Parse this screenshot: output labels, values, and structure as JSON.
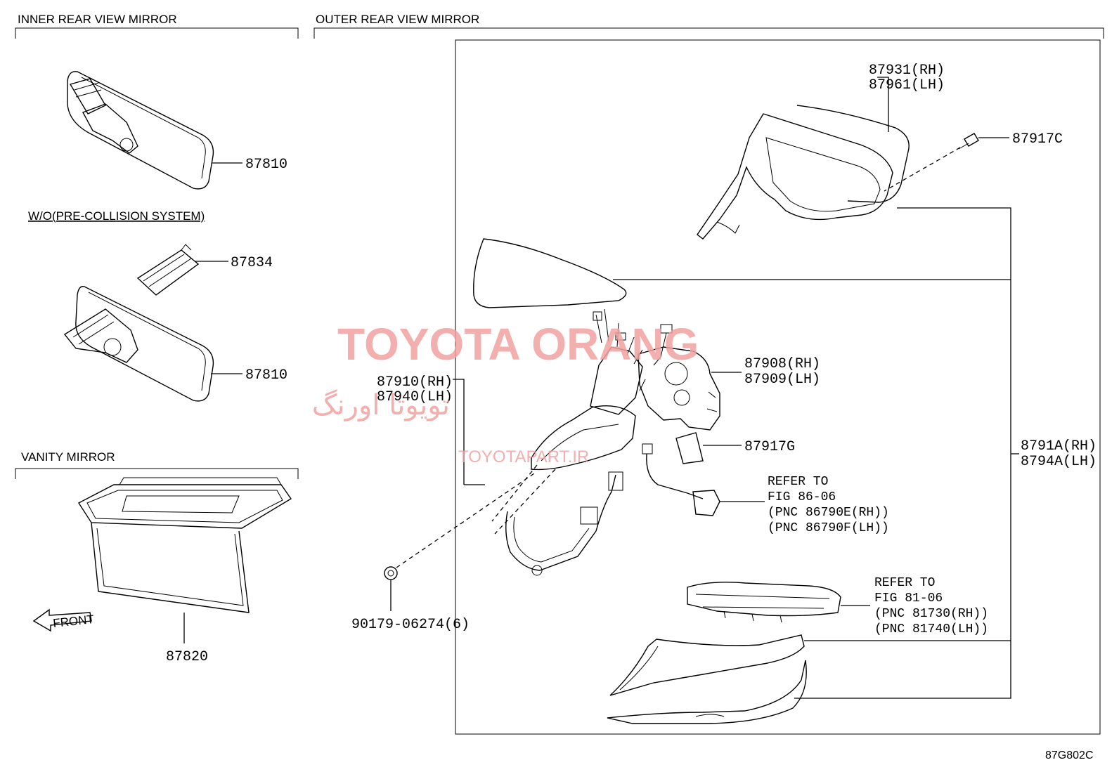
{
  "sections": {
    "inner": "INNER REAR VIEW MIRROR",
    "outer": "OUTER REAR VIEW MIRROR",
    "wo_pcs": "W/O(PRE-COLLISION SYSTEM)",
    "vanity": "VANITY MIRROR"
  },
  "labels": {
    "p87810a": "87810",
    "p87834": "87834",
    "p87810b": "87810",
    "p87820": "87820",
    "front": "FRONT",
    "p87931": "87931(RH)",
    "p87961": "87961(LH)",
    "p87917c": "87917C",
    "p87908": "87908(RH)",
    "p87909": "87909(LH)",
    "p87910": "87910(RH)",
    "p87940": "87940(LH)",
    "p87917g": "87917G",
    "p8791a": "8791A(RH)",
    "p8794a": "8794A(LH)",
    "p90179": "90179-06274(6)"
  },
  "references": {
    "ref1": [
      "REFER TO",
      "FIG 86-06",
      "(PNC 86790E(RH))",
      "(PNC 86790F(LH))"
    ],
    "ref2": [
      "REFER TO",
      "FIG 81-06",
      "(PNC 81730(RH))",
      "(PNC 81740(LH))"
    ]
  },
  "watermark": {
    "brand": "TOYOTA ORANG",
    "persian": "تویوتا اورنگ",
    "site": "TOYOTAPART.IR",
    "color": "#f2a0a0"
  },
  "diagram_code": "87G802C"
}
